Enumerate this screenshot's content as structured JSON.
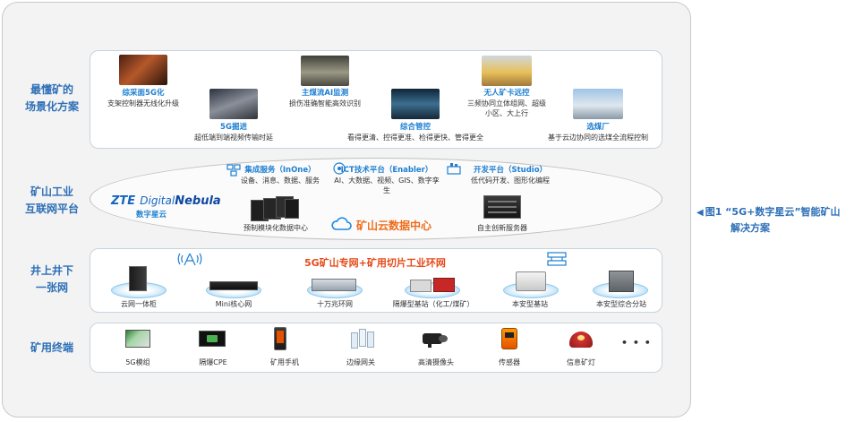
{
  "rows": {
    "scene": [
      "最懂矿的",
      "场景化方案"
    ],
    "platform": [
      "矿山工业",
      "互联网平台"
    ],
    "network": [
      "井上井下",
      "一张网"
    ],
    "terminal": [
      "矿用终端"
    ]
  },
  "scenes": [
    {
      "title": "综采面5G化",
      "desc": "支架控制器无线化升级"
    },
    {
      "title": "5G掘进",
      "desc": "超低端到端视频传输时延"
    },
    {
      "title": "主煤流AI监测",
      "desc": "损伤准确智能高效识别"
    },
    {
      "title": "综合管控",
      "desc": "看得更清、控得更准、检得更快、管得更全"
    },
    {
      "title": "无人矿卡远控",
      "desc": "三频协同立体组网、超级小区、大上行"
    },
    {
      "title": "选煤厂",
      "desc": "基于云边协同的选煤全流程控制"
    }
  ],
  "platform": {
    "logo_zte": "ZTE",
    "logo_digital": "Digital",
    "logo_nebula": "Nebula",
    "logo_sub": "数字星云",
    "services": [
      {
        "title": "集成服务（InOne）",
        "desc": "设备、消息、数据、服务"
      },
      {
        "title": "ICT技术平台（Enabler）",
        "desc": "AI、大数据、视频、GIS、数字孪生"
      },
      {
        "title": "开发平台（Studio）",
        "desc": "低代码开发、图形化编程"
      }
    ],
    "dc_left": "预制模块化数据中心",
    "cloud_center": "矿山云数据中心",
    "dc_right": "自主创新服务器"
  },
  "network": {
    "title": "5G矿山专网+矿用切片工业环网",
    "devices": [
      "云网一体柜",
      "Mini核心网",
      "十万兆环网",
      "隔爆型基站（化工/煤矿）",
      "本安型基站",
      "本安型综合分站"
    ]
  },
  "terminals": [
    "5G模组",
    "隔爆CPE",
    "矿用手机",
    "边缘网关",
    "高清摄像头",
    "传感器",
    "信息矿灯"
  ],
  "more": "• • •",
  "caption": {
    "marker": "◀",
    "line1": "图1 “5G+数字星云”智能矿山",
    "line2": "解决方案"
  }
}
